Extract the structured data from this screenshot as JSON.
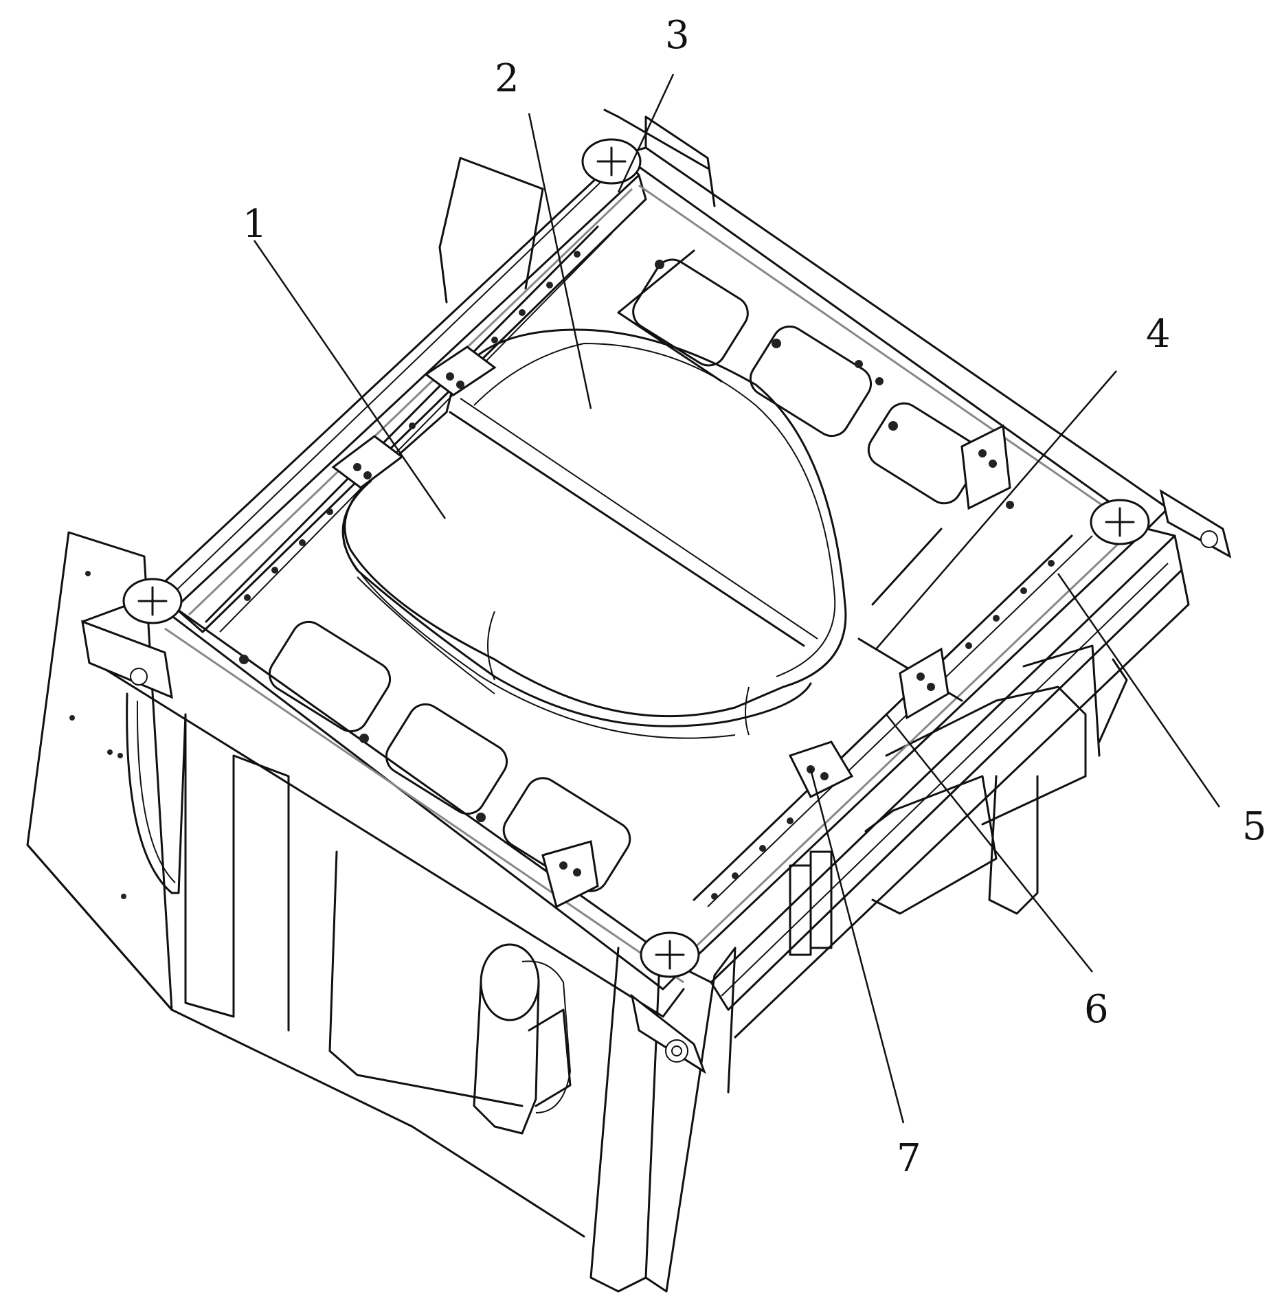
{
  "callouts": [
    {
      "id": "1",
      "text": "1"
    },
    {
      "id": "2",
      "text": "2"
    },
    {
      "id": "3",
      "text": "3"
    },
    {
      "id": "4",
      "text": "4"
    },
    {
      "id": "5",
      "text": "5"
    },
    {
      "id": "6",
      "text": "6"
    },
    {
      "id": "7",
      "text": "7"
    }
  ],
  "colors": {
    "line": "#111111",
    "background": "#ffffff",
    "rail_accent": "#888888"
  }
}
